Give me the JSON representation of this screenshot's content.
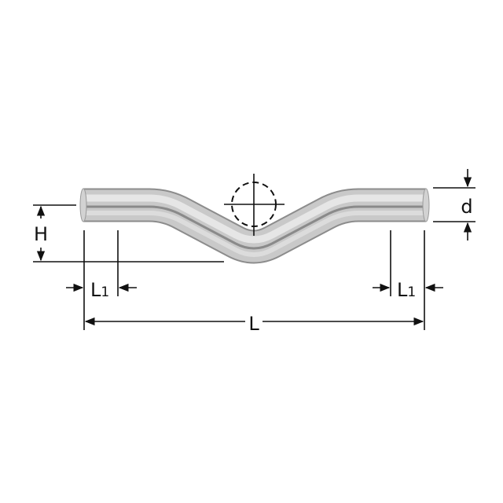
{
  "diagram": {
    "title": "Pipe offset bend (crossover) dimension drawing",
    "background": "#ffffff",
    "line_color": "#111111",
    "pipe_color_mid": "#c4c4c4",
    "pipe_color_dark": "#7a7a7a",
    "pipe_color_light": "#e8e8e8",
    "components": {
      "pipe": {
        "label": "offset-pipe-bend"
      },
      "crossing_pipe_marker": {
        "label": "crossing-pipe-circle",
        "style": "dashed circle with crosshair"
      }
    },
    "dimensions": {
      "H": {
        "label": "H",
        "meaning": "offset height"
      },
      "d": {
        "label": "d",
        "meaning": "pipe diameter"
      },
      "L1_left": {
        "label": "L",
        "subscript": "1",
        "meaning": "straight end length (left)"
      },
      "L1_right": {
        "label": "L",
        "subscript": "1",
        "meaning": "straight end length (right)"
      },
      "L": {
        "label": "L",
        "meaning": "overall length"
      }
    }
  }
}
